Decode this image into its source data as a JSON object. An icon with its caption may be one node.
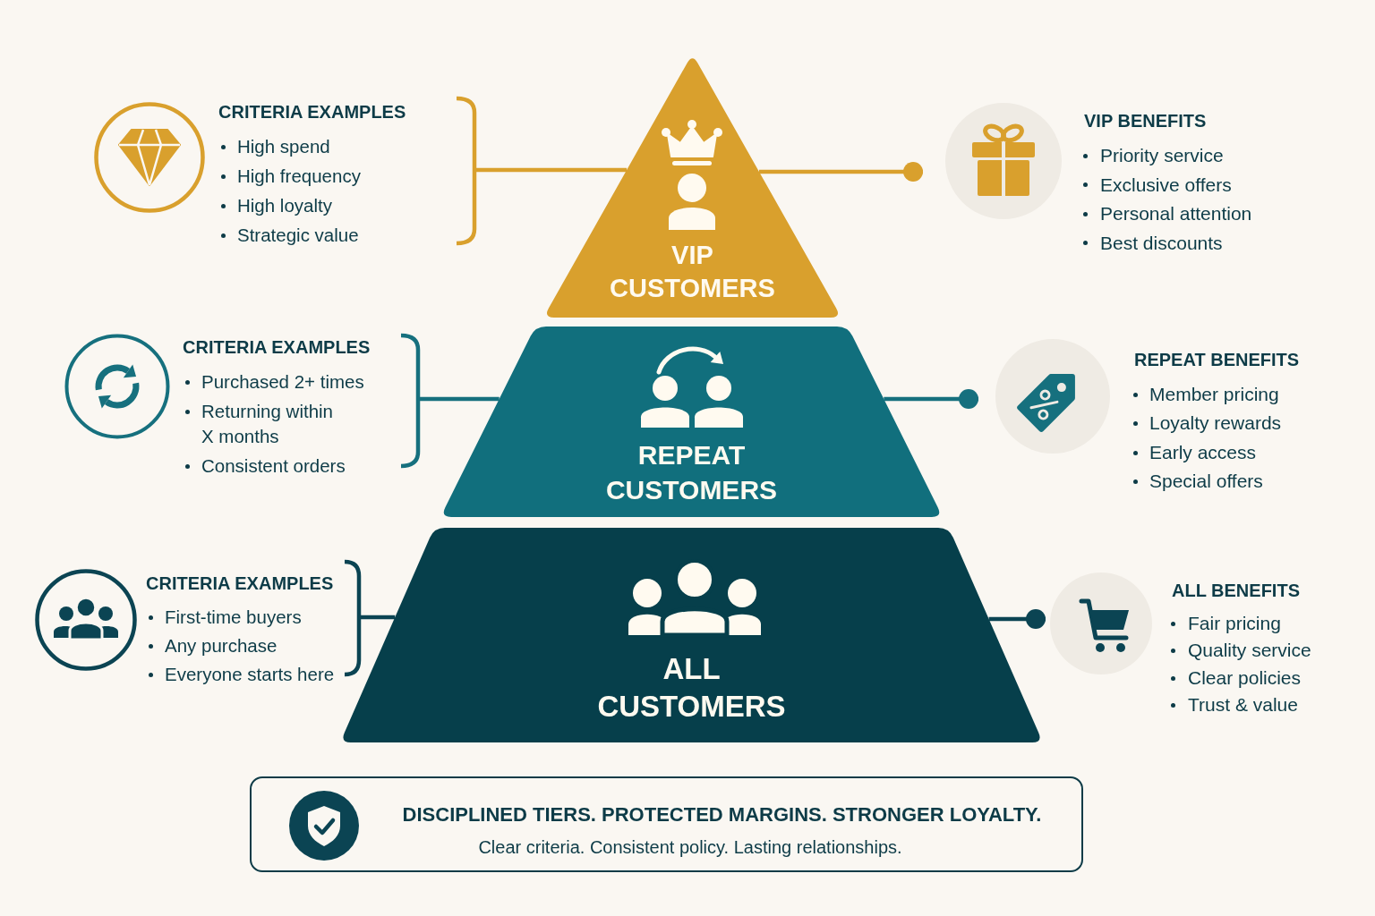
{
  "diagram": {
    "nodes": [
      {
        "text": [
          "CRITERIA EXAMPLES",
          "High spend",
          "High frequency",
          "High loyalty",
          "Strategic value"
        ]
      },
      {
        "text": [
          "VIP CUSTOMERS"
        ]
      },
      {
        "text": [
          "VIP BENEFITS",
          "Priority service",
          "Exclusive offers",
          "Personal attention",
          "Best discounts"
        ]
      },
      {
        "text": [
          "CRITERIA EXAMPLES",
          "Purchased 2+ times",
          "Returning within X months",
          "Consistent orders"
        ]
      },
      {
        "text": [
          "REPEAT CUSTOMERS"
        ]
      },
      {
        "text": [
          "REPEAT BENEFITS",
          "Member pricing",
          "Loyalty rewards",
          "Early access",
          "Special offers"
        ]
      },
      {
        "text": [
          "CRITERIA EXAMPLES",
          "First-time buyers",
          "Any purchase",
          "Everyone starts here"
        ]
      },
      {
        "text": [
          "ALL CUSTOMERS"
        ]
      },
      {
        "text": [
          "ALL BENEFITS",
          "Fair pricing",
          "Quality service",
          "Clear policies",
          "Trust & value"
        ]
      },
      {
        "text": [
          "DISCIPLINED TIERS. PROTECTED MARGINS. STRONGER LOYALTY.",
          "Clear criteria. Consistent policy. Lasting relationships."
        ]
      }
    ],
    "edges": [
      {
        "from": 0,
        "to": 1,
        "arrow": "none",
        "color": "#d9a02d"
      },
      {
        "from": 1,
        "to": 2,
        "arrow": "other",
        "color": "#d9a02d"
      },
      {
        "from": 3,
        "to": 4,
        "arrow": "none",
        "color": "#16707e"
      },
      {
        "from": 4,
        "to": 5,
        "arrow": "other",
        "color": "#16707e"
      },
      {
        "from": 6,
        "to": 7,
        "arrow": "none",
        "color": "#0b4453"
      },
      {
        "from": 7,
        "to": 8,
        "arrow": "other",
        "color": "#0b4453"
      }
    ]
  }
}
